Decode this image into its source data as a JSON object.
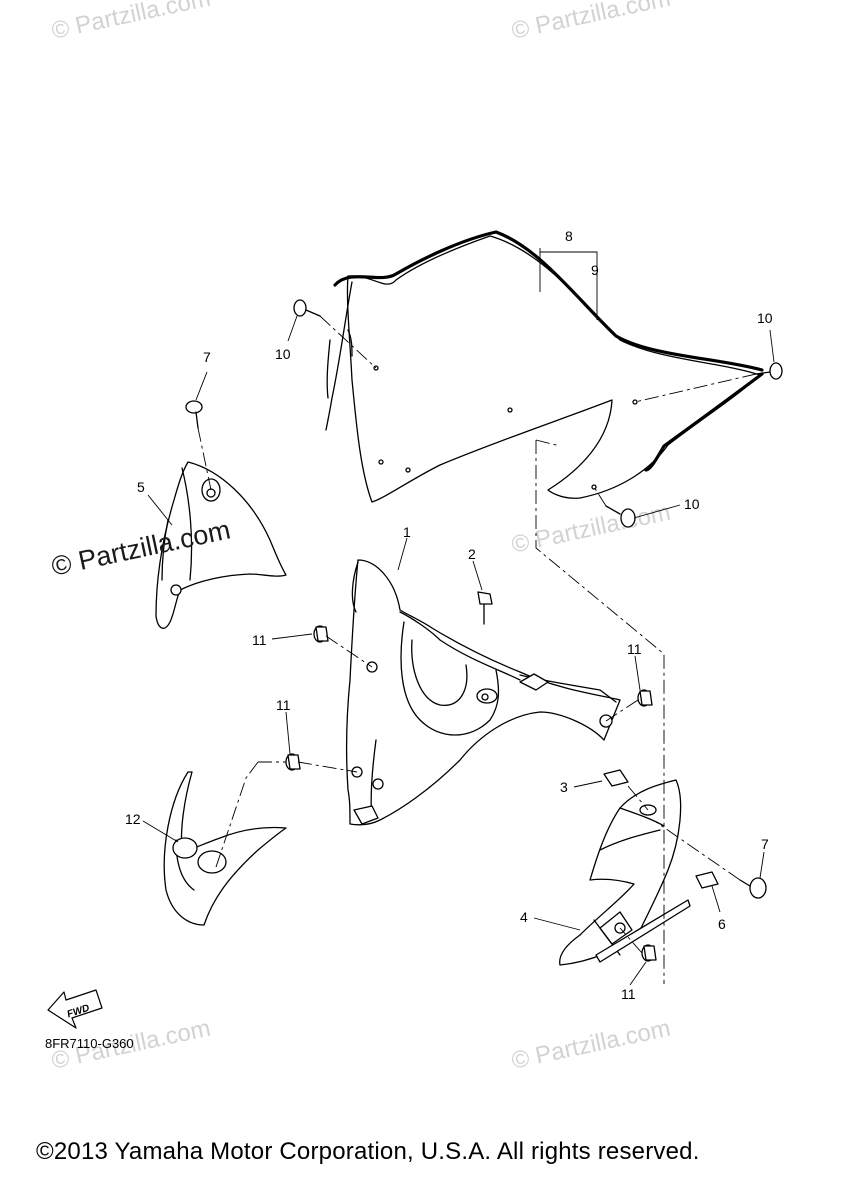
{
  "watermark": {
    "text": "© Partzilla.com"
  },
  "callouts": {
    "c1": "1",
    "c2": "2",
    "c3": "3",
    "c4": "4",
    "c5": "5",
    "c6": "6",
    "c7a": "7",
    "c7b": "7",
    "c8": "8",
    "c9": "9",
    "c10a": "10",
    "c10b": "10",
    "c10c": "10",
    "c11a": "11",
    "c11b": "11",
    "c11c": "11",
    "c11d": "11",
    "c12": "12"
  },
  "fwd_label": "FWD",
  "diagram_code": "8FR7110-G360",
  "copyright": "©2013 Yamaha Motor Corporation, U.S.A. All rights reserved."
}
